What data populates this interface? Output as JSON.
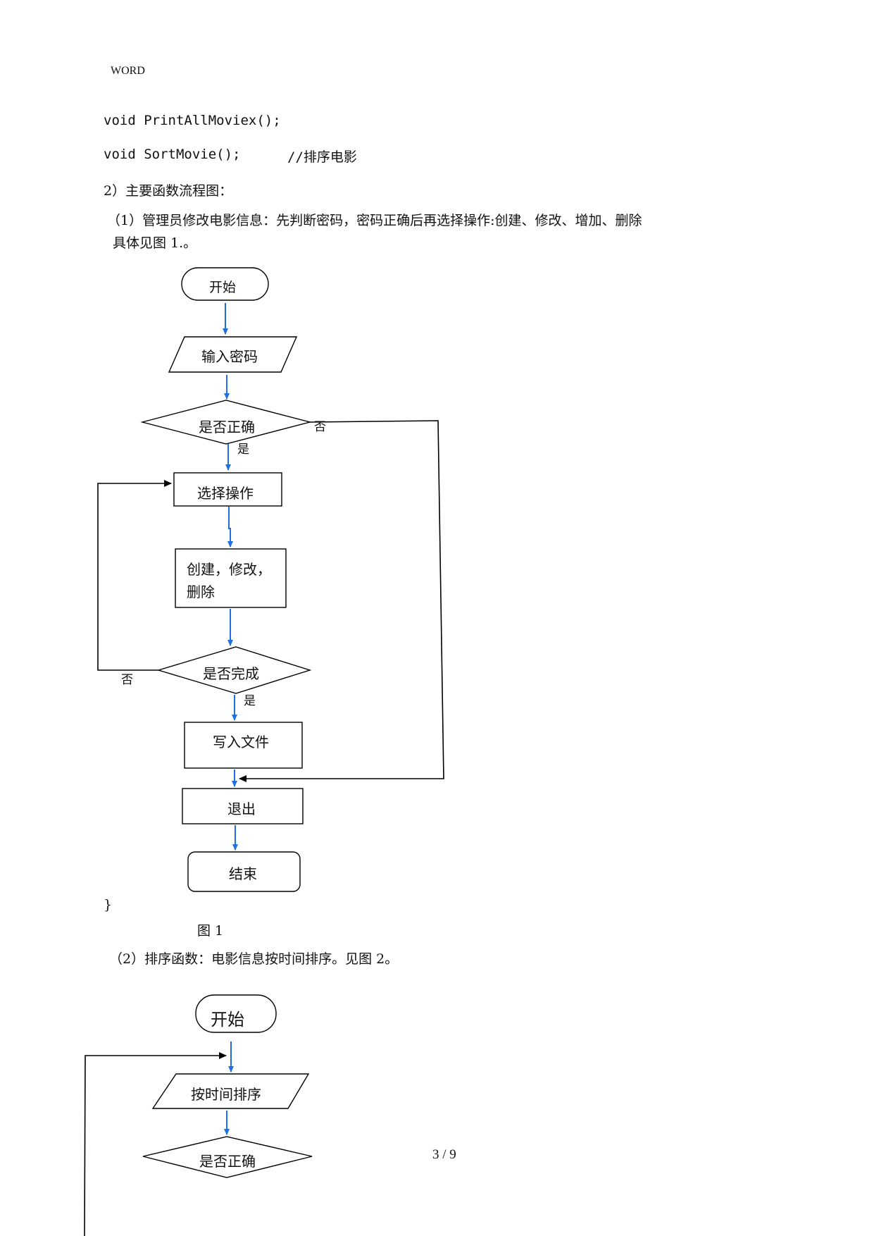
{
  "header": {
    "word": "WORD"
  },
  "code": {
    "line1": "void PrintAllMoviex();",
    "line2": "void SortMovie();",
    "line2_comment": "//排序电影"
  },
  "section": {
    "heading": "2）主要函数流程图：",
    "para1_line1": "（1）管理员修改电影信息：先判断密码，密码正确后再选择操作:创建、修改、增加、删除",
    "para1_line2": "具体见图 1.。",
    "closing_brace": "}",
    "fig1_caption": "图 1",
    "para2": "（2）排序函数：电影信息按时间排序。见图 2。"
  },
  "flow1": {
    "start": "开始",
    "input_password": "输入密码",
    "check_correct": "是否正确",
    "no_label": "否",
    "yes_label": "是",
    "choose_op": "选择操作",
    "ops_line1": "创建，修改，",
    "ops_line2": "删除",
    "check_done": "是否完成",
    "no_label2": "否",
    "yes_label2": "是",
    "write_file": "写入文件",
    "exit": "退出",
    "end": "结束"
  },
  "flow2": {
    "start": "开始",
    "sort_by_time": "按时间排序",
    "check_correct": "是否正确"
  },
  "footer": {
    "page_number": "3 / 9"
  },
  "colors": {
    "arrow_blue": "#1f6fe0",
    "line_black": "#000000"
  }
}
